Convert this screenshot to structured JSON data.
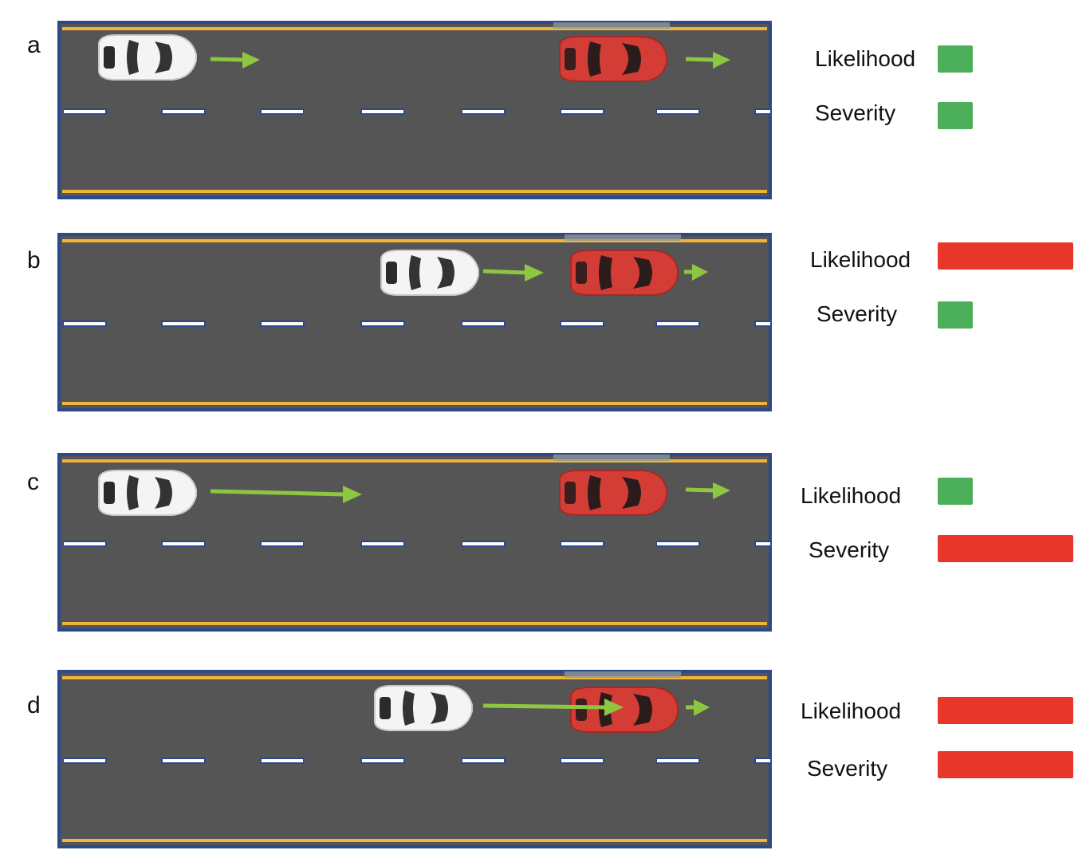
{
  "colors": {
    "low": "#4caf5a",
    "high": "#e8362a",
    "road": "#555555",
    "edge": "#2c4a8a",
    "center_line": "#f2b33d",
    "arrow": "#8dc63f"
  },
  "panels": [
    {
      "letter": "a",
      "likelihood_label": "Likelihood",
      "severity_label": "Severity",
      "likelihood": "low",
      "severity": "low"
    },
    {
      "letter": "b",
      "likelihood_label": "Likelihood",
      "severity_label": "Severity",
      "likelihood": "high",
      "severity": "low"
    },
    {
      "letter": "c",
      "likelihood_label": "Likelihood",
      "severity_label": "Severity",
      "likelihood": "low",
      "severity": "high"
    },
    {
      "letter": "d",
      "likelihood_label": "Likelihood",
      "severity_label": "Severity",
      "likelihood": "high",
      "severity": "high"
    }
  ]
}
